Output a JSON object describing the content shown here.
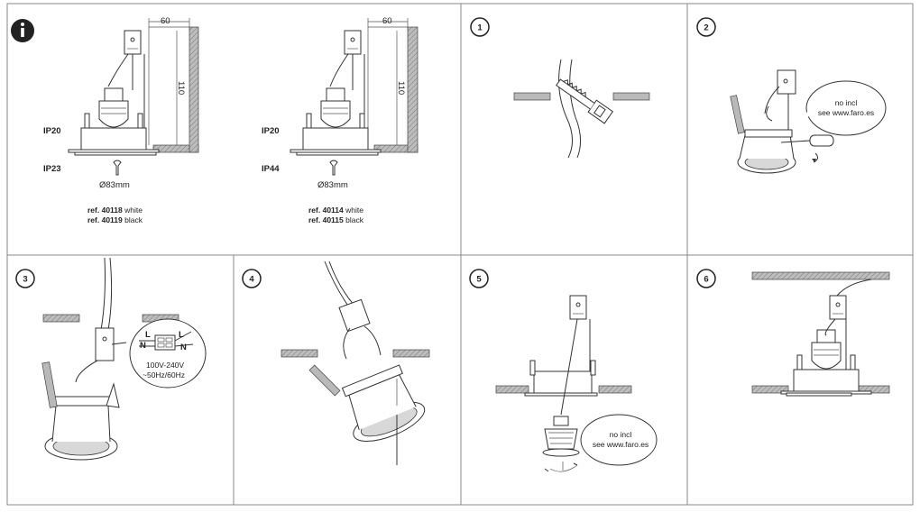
{
  "info_icon": "info-icon",
  "step_numbers": [
    "1",
    "2",
    "3",
    "4",
    "5",
    "6"
  ],
  "variant_a": {
    "dim_width": "60",
    "dim_height": "110",
    "ip_top": "IP20",
    "ip_bottom": "IP23",
    "diameter": "Ø83mm",
    "ref1_label": "ref. 40118",
    "ref1_color": "white",
    "ref2_label": "ref. 40119",
    "ref2_color": "black"
  },
  "variant_b": {
    "dim_width": "60",
    "dim_height": "110",
    "ip_top": "IP20",
    "ip_bottom": "IP44",
    "diameter": "Ø83mm",
    "ref1_label": "ref. 40114",
    "ref1_color": "white",
    "ref2_label": "ref. 40115",
    "ref2_color": "black"
  },
  "step2": {
    "bubble_line1": "no incl",
    "bubble_line2": "see www.faro.es"
  },
  "step3": {
    "terminal_L": "L",
    "terminal_N": "N",
    "voltage": "100V-240V",
    "frequency": "~50Hz/60Hz"
  },
  "step5": {
    "bubble_line1": "no incl",
    "bubble_line2": "see www.faro.es"
  }
}
